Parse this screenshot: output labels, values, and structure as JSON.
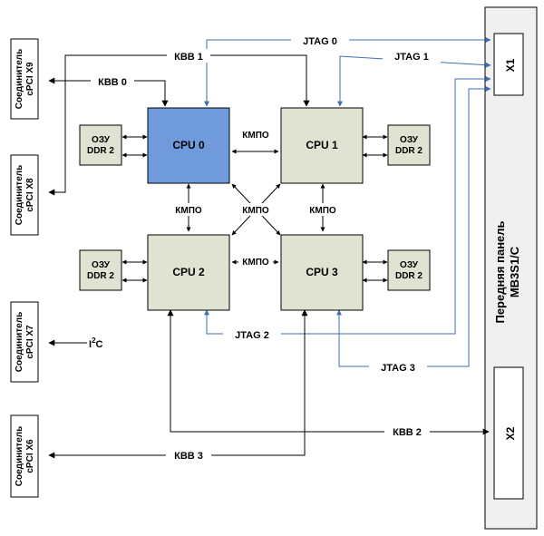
{
  "cpus": [
    "CPU 0",
    "CPU 1",
    "CPU 2",
    "CPU 3"
  ],
  "memory": {
    "line1": "ОЗУ",
    "line2": "DDR 2"
  },
  "kmpo": "КМПО",
  "jtag": [
    "JTAG 0",
    "JTAG 1",
    "JTAG 2",
    "JTAG 3"
  ],
  "kbb": [
    "КВВ 0",
    "КВВ 1",
    "КВВ 2",
    "КВВ 3"
  ],
  "i2c": {
    "base": "I",
    "sup": "2",
    "tail": "C"
  },
  "connectors": [
    {
      "line1": "Соединитель",
      "line2": "cPCI X9"
    },
    {
      "line1": "Соединитель",
      "line2": "cPCI X8"
    },
    {
      "line1": "Соединитель",
      "line2": "cPCI X7"
    },
    {
      "line1": "Соединитель",
      "line2": "cPCI X6"
    }
  ],
  "panel": {
    "line1": "Передняя панель",
    "line2": "МВ3S1/С"
  },
  "ports": [
    "X1",
    "X2"
  ],
  "colors": {
    "cpu0_fill": "#6f9bdc",
    "cpu_fill": "#dfe3d2",
    "jtag_line": "#3d6fb0",
    "line": "#000000",
    "panel_fill": "#f0f0f0"
  }
}
